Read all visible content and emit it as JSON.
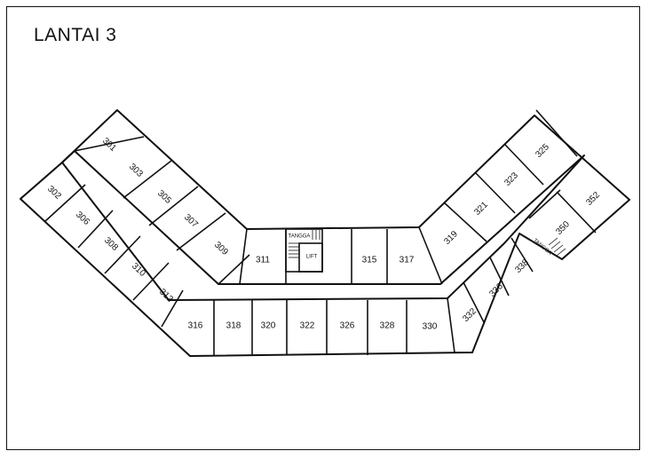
{
  "title": "LANTAI 3",
  "rooms": [
    "301",
    "302",
    "303",
    "305",
    "306",
    "307",
    "308",
    "309",
    "310",
    "311",
    "312",
    "315",
    "316",
    "317",
    "318",
    "319",
    "320",
    "321",
    "322",
    "323",
    "325",
    "326",
    "328",
    "330",
    "332",
    "336",
    "338",
    "350",
    "352"
  ],
  "labels": {
    "tangga": "TANGGA",
    "lift": "LIFT"
  },
  "colors": {
    "line": "#111111",
    "background": "#ffffff"
  }
}
